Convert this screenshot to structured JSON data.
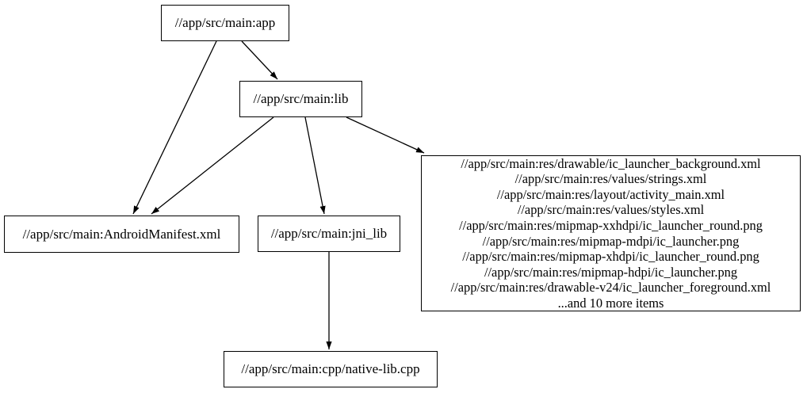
{
  "graph": {
    "background_color": "#ffffff",
    "stroke_color": "#000000",
    "text_color": "#000000",
    "nodes": {
      "app": {
        "label": "//app/src/main:app"
      },
      "lib": {
        "label": "//app/src/main:lib"
      },
      "android_manifest": {
        "label": "//app/src/main:AndroidManifest.xml"
      },
      "jni_lib": {
        "label": "//app/src/main:jni_lib"
      },
      "res_files": {
        "lines": [
          "//app/src/main:res/drawable/ic_launcher_background.xml",
          "//app/src/main:res/values/strings.xml",
          "//app/src/main:res/layout/activity_main.xml",
          "//app/src/main:res/values/styles.xml",
          "//app/src/main:res/mipmap-xxhdpi/ic_launcher_round.png",
          "//app/src/main:res/mipmap-mdpi/ic_launcher.png",
          "//app/src/main:res/mipmap-xhdpi/ic_launcher_round.png",
          "//app/src/main:res/mipmap-hdpi/ic_launcher.png",
          "//app/src/main:res/drawable-v24/ic_launcher_foreground.xml",
          "...and 10 more items"
        ]
      },
      "native_lib_cpp": {
        "label": "//app/src/main:cpp/native-lib.cpp"
      }
    },
    "edges": [
      {
        "from": "app",
        "to": "lib"
      },
      {
        "from": "app",
        "to": "android_manifest"
      },
      {
        "from": "lib",
        "to": "android_manifest"
      },
      {
        "from": "lib",
        "to": "jni_lib"
      },
      {
        "from": "lib",
        "to": "res_files"
      },
      {
        "from": "jni_lib",
        "to": "native_lib_cpp"
      }
    ]
  }
}
